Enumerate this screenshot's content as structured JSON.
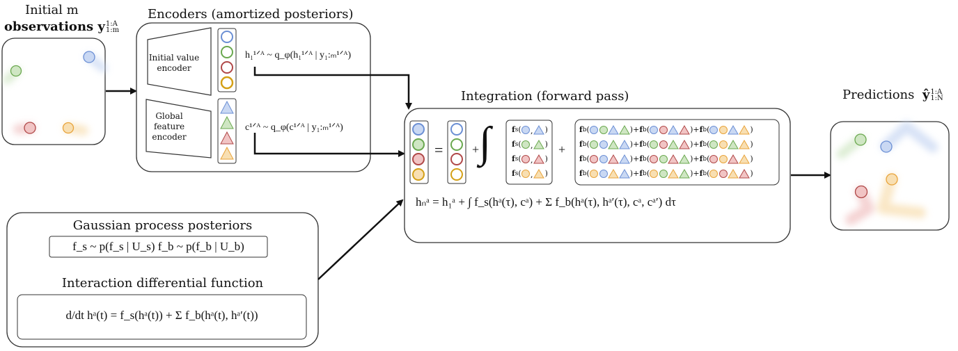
{
  "colors": {
    "blue": "#6b8fd4",
    "green": "#6aa84f",
    "red": "#b04848",
    "orange": "#e8a33a",
    "blue_fill": "#c9d8f3",
    "green_fill": "#cfe6c3",
    "red_fill": "#f1c4c4",
    "orange_fill": "#f8dfb2"
  },
  "observations": {
    "title_line1": "Initial m",
    "title_line2": "observations y",
    "title_sup": "1:A",
    "title_sub": "1:m"
  },
  "encoders": {
    "title": "Encoders (amortized posteriors)",
    "initial_value_label": "Initial value encoder",
    "global_feature_label": "Global feature encoder",
    "h_formula": "h₁¹ᐟᴬ ~ q_φ(h₁¹ᐟᴬ | y₁:ₘ¹ᐟᴬ)",
    "c_formula": "c¹ᐟᴬ ~ q_φ(c¹ᐟᴬ | y₁:ₘ¹ᐟᴬ)"
  },
  "integration": {
    "title": "Integration (forward pass)",
    "equals": "=",
    "plus1": "+",
    "plus2": "+",
    "integral": "∫",
    "fs_label": "f",
    "fs_sub": "s",
    "fb_label": "f",
    "fb_sub": "b",
    "equation": "hₙᵃ = h₁ᵃ + ∫ f_s(hᵃ(τ), cᵃ) + Σ f_b(hᵃ(τ), hᵃ′(τ), cᵃ, cᵃ′) dτ"
  },
  "gp": {
    "title": "Gaussian process posteriors",
    "formula": "f_s ~ p(f_s | U_s)     f_b ~ p(f_b | U_b)"
  },
  "interaction": {
    "title": "Interaction differential function",
    "formula": "d/dt hᵃ(t) = f_s(hᵃ(t)) + Σ f_b(hᵃ(t), hᵃ′(t))"
  },
  "predictions": {
    "title": "Predictions",
    "title_symbol": "ŷ",
    "title_sup": "1:A",
    "title_sub": "1:N"
  }
}
